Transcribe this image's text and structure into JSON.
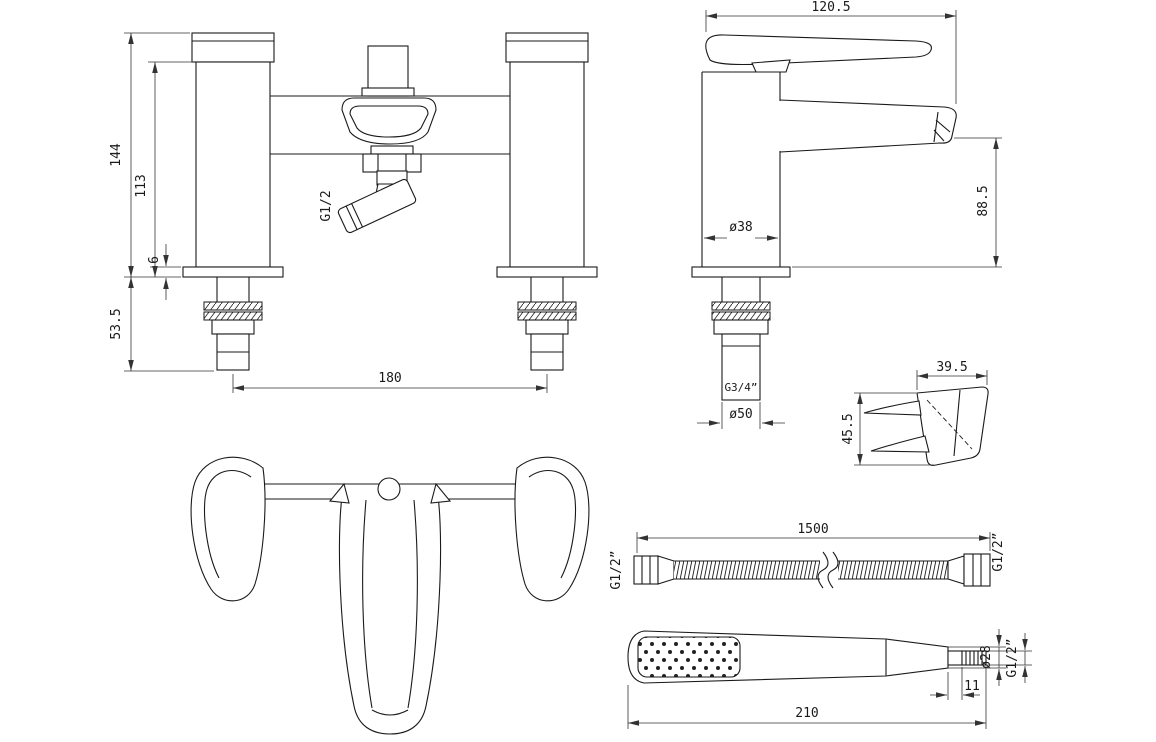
{
  "dims": {
    "front": {
      "total_height": "144",
      "body_height": "113",
      "deck_thickness": "6",
      "under_deck": "53.5",
      "tap_centres": "180",
      "outlet_thread": "G1/2"
    },
    "side": {
      "overall_width": "120.5",
      "spout_height": "88.5",
      "body_diameter": "ø38",
      "base_diameter": "ø50",
      "inlet_thread": "G3/4”"
    },
    "bracket": {
      "width": "39.5",
      "height": "45.5"
    },
    "hose": {
      "length": "1500",
      "thread_left": "G1/2”",
      "thread_right": "G1/2”"
    },
    "handset": {
      "diameter": "ø28",
      "thread": "G1/2”",
      "thread_length": "11",
      "overall_length": "210"
    }
  }
}
